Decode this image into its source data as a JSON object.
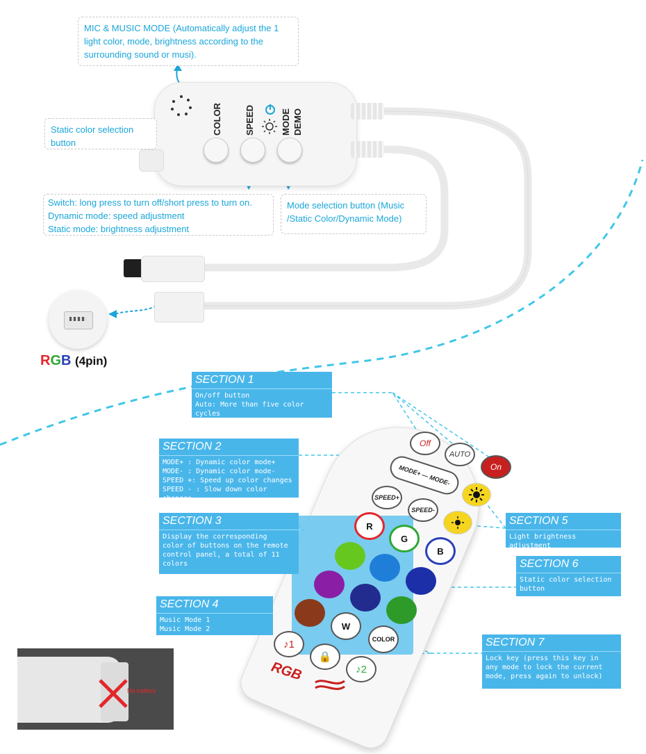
{
  "top": {
    "mic_mode": {
      "title": "MIC & MUSIC MODE",
      "text": "(Automatically adjust the 1 light color, mode, brightness according to the surrounding sound or musi)."
    },
    "color_label": "COLOR",
    "speed_label": "SPEED",
    "mode_label_1": "MODE",
    "mode_label_2": "DEMO",
    "static_color": "Static color selection button",
    "switch_lines": [
      "Switch: long press to turn off/short press to turn on.",
      "Dynamic mode: speed adjustment",
      "Static mode: brightness adjustment"
    ],
    "mode_selection": "Mode selection button (Music /Static Color/Dynamic Mode)",
    "rgb_letters": [
      "R",
      "G",
      "B"
    ],
    "rgb_pin": "(4pin)"
  },
  "sections": [
    {
      "title": "SECTION 1",
      "body": "On/off button\nAuto: More than five color cycles"
    },
    {
      "title": "SECTION 2",
      "body": "MODE+ : Dynamic color mode+\nMODE- : Dynamic color mode-\nSPEED +: Speed up color changes\nSPEED - : Slow down color changes"
    },
    {
      "title": "SECTION 3",
      "body": "Display the corresponding\ncolor of buttons on the remote\ncontrol panel, a total of 11\ncolors"
    },
    {
      "title": "SECTION 4",
      "body": "Music Mode 1\nMusic Mode 2"
    },
    {
      "title": "SECTION 5",
      "body": "Light brightness adjustment"
    },
    {
      "title": "SECTION 6",
      "body": "Static color selection\nbutton"
    },
    {
      "title": "SECTION 7",
      "body": "Lock key (press this key in\nany mode to lock the current\nmode, press again to unlock)"
    }
  ],
  "remote": {
    "off": "Off",
    "auto": "AUTO",
    "on": "On",
    "mode": "MODE+ — MODE-",
    "speed_plus": "SPEED+",
    "speed_minus": "SPEED-",
    "r": "R",
    "g": "G",
    "b": "B",
    "w": "W",
    "color": "COLOR",
    "music1": "♪1",
    "music2": "♪2",
    "lock": "🔒",
    "logo": "RGB"
  },
  "battery_note": "No battery",
  "colors": {
    "accent": "#49b6ea",
    "arrow": "#1aa6d9",
    "on_red": "#c8201f",
    "sun_yellow": "#f5d51f"
  }
}
